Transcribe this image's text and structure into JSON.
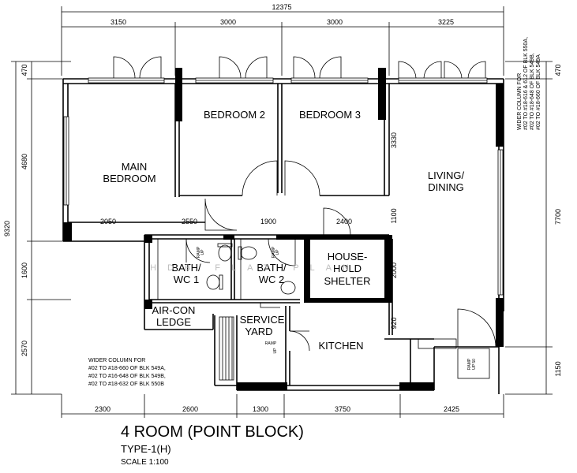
{
  "dimensions": {
    "overall_width": "12375",
    "top": [
      "3150",
      "3000",
      "3000",
      "3225"
    ],
    "bottom": [
      "2300",
      "2600",
      "1300",
      "3750",
      "2425"
    ],
    "left_total": "9320",
    "left": [
      "470",
      "4680",
      "1600",
      "2570"
    ],
    "right": [
      "470",
      "7700",
      "1150"
    ],
    "interior_horizontal": [
      "2050",
      "2550",
      "1900",
      "2400"
    ],
    "interior_vertical": [
      "3330",
      "1100",
      "2000",
      "920"
    ]
  },
  "rooms": {
    "main_bedroom": [
      "MAIN",
      "BEDROOM"
    ],
    "bedroom_2": "BEDROOM 2",
    "bedroom_3": "BEDROOM 3",
    "living_dining": [
      "LIVING/",
      "DINING"
    ],
    "bath_wc_1": [
      "BATH/",
      "WC 1"
    ],
    "bath_wc_2": [
      "BATH/",
      "WC 2"
    ],
    "household_shelter": [
      "HOUSE-",
      "HOLD",
      "SHELTER"
    ],
    "aircon_ledge": [
      "AIR-CON",
      "LEDGE"
    ],
    "service_yard": [
      "SERVICE",
      "YARD"
    ],
    "kitchen": "KITCHEN"
  },
  "ramps": {
    "bath1": [
      "RAMP",
      "UP"
    ],
    "bath2": [
      "RAMP",
      "UP"
    ],
    "yard": [
      "RAMP",
      "UP"
    ],
    "entrance": [
      "RAMP",
      "UP 50"
    ]
  },
  "notes": {
    "wider_column_left": [
      "WIDER COLUMN FOR",
      "#02 TO #18-660 OF BLK 549A,",
      "#02 TO #16-648 OF BLK 549B,",
      "#02 TO #18-632 OF BLK 550B"
    ],
    "wider_column_right": [
      "WIDER COLUMN FOR",
      "#02 TO #18-616 & 612 OF BLK 550A,",
      "#02 TO #18-648 OF BLK 549B,",
      "#02 TO #18-660 OF BLK 549A"
    ]
  },
  "watermark": "HDB FLAT PLAN",
  "title": {
    "main": "4 ROOM (POINT BLOCK)",
    "type": "TYPE-1(H)",
    "scale": "SCALE 1:100"
  }
}
